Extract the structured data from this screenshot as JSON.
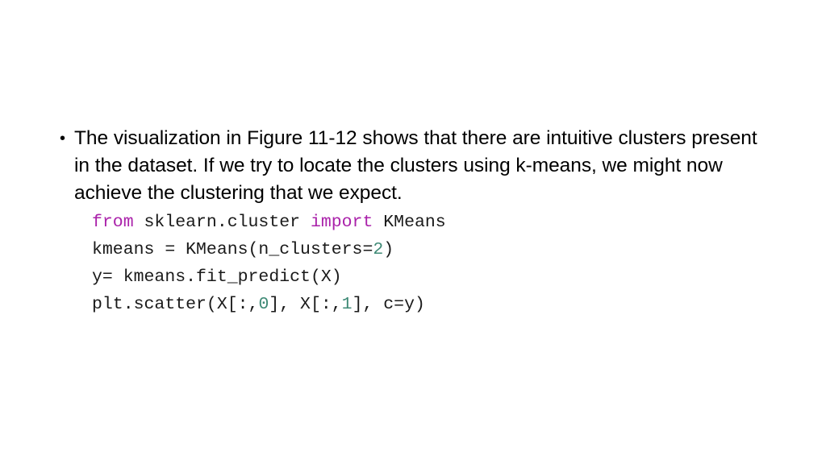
{
  "slide": {
    "background_color": "#ffffff",
    "text_color": "#000000"
  },
  "body": {
    "bullets": [
      {
        "marker": "•",
        "text": "The visualization in Figure 11-12 shows that there are intuitive clusters present in the dataset. If we try to locate the clusters using k-means, we might now achieve the clustering that we expect."
      }
    ]
  },
  "code": {
    "language": "python",
    "colors": {
      "keyword": "#AA22AA",
      "number": "#3F8A76",
      "default": "#1a1a1a"
    },
    "lines": [
      {
        "index": 1,
        "plain": "from sklearn.cluster import KMeans",
        "tokens": [
          {
            "text": "from",
            "type": "keyword"
          },
          {
            "text": " sklearn.cluster ",
            "type": "default"
          },
          {
            "text": "import",
            "type": "keyword"
          },
          {
            "text": " KMeans",
            "type": "default"
          }
        ]
      },
      {
        "index": 2,
        "plain": "kmeans = KMeans(n_clusters=2)",
        "tokens": [
          {
            "text": "kmeans = KMeans(n_clusters=",
            "type": "default"
          },
          {
            "text": "2",
            "type": "number"
          },
          {
            "text": ")",
            "type": "default"
          }
        ]
      },
      {
        "index": 3,
        "plain": "y= kmeans.fit_predict(X)",
        "tokens": [
          {
            "text": "y= kmeans.fit_predict(X)",
            "type": "default"
          }
        ]
      },
      {
        "index": 4,
        "plain": "plt.scatter(X[:,0], X[:,1], c=y)",
        "tokens": [
          {
            "text": "plt.scatter(X[:,",
            "type": "default"
          },
          {
            "text": "0",
            "type": "number"
          },
          {
            "text": "], X[:,",
            "type": "default"
          },
          {
            "text": "1",
            "type": "number"
          },
          {
            "text": "], c=y)",
            "type": "default"
          }
        ]
      }
    ]
  }
}
